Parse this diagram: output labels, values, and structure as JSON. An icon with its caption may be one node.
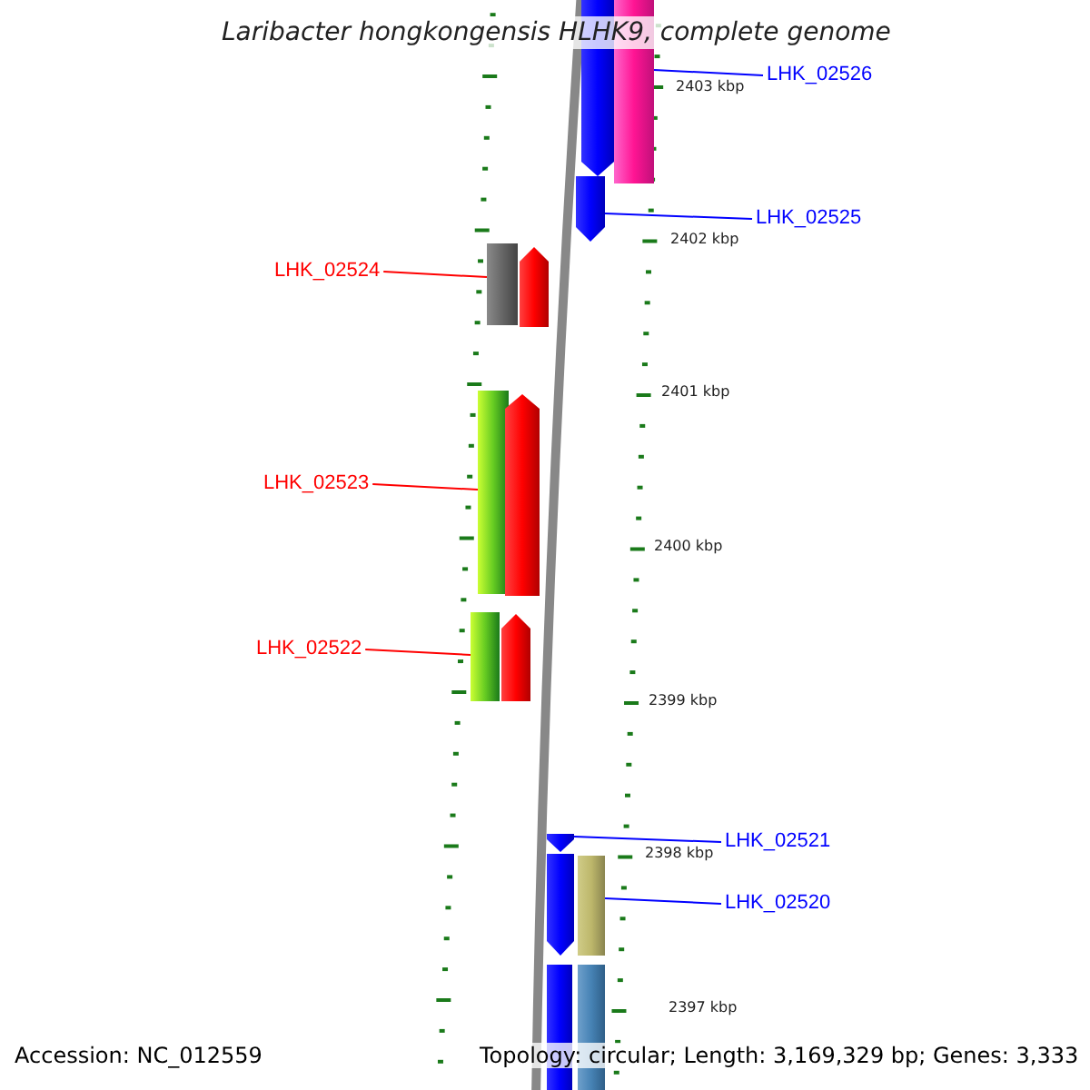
{
  "diagram": {
    "title": "Laribacter hongkongensis HLHK9, complete genome",
    "nodes": [
      {
        "text": [],
        "shape": "arrow"
      },
      {
        "text": [],
        "shape": "bar"
      },
      {
        "text": [
          "LHK_02526"
        ]
      },
      {
        "text": [],
        "shape": "arrow"
      },
      {
        "text": [
          "LHK_02525"
        ]
      },
      {
        "text": [
          "LHK_02524"
        ]
      },
      {
        "text": [],
        "shape": "bar"
      },
      {
        "text": [],
        "shape": "arrow"
      },
      {
        "text": [
          "LHK_02523"
        ]
      },
      {
        "text": [],
        "shape": "bar"
      },
      {
        "text": [],
        "shape": "arrow"
      },
      {
        "text": [
          "LHK_02522"
        ]
      },
      {
        "text": [],
        "shape": "bar"
      },
      {
        "text": [],
        "shape": "arrow"
      },
      {
        "text": [],
        "shape": "arrow"
      },
      {
        "text": [
          "LHK_02521"
        ]
      },
      {
        "text": [],
        "shape": "arrow"
      },
      {
        "text": [],
        "shape": "bar"
      },
      {
        "text": [
          "LHK_02520"
        ]
      },
      {
        "text": [],
        "shape": "bar"
      },
      {
        "text": [],
        "shape": "bar"
      }
    ],
    "edges": [
      {
        "from": 2,
        "to": 1,
        "arrow": "none"
      },
      {
        "from": 4,
        "to": 3,
        "arrow": "none"
      },
      {
        "from": 5,
        "to": 6,
        "arrow": "none",
        "color": "#ff0000"
      },
      {
        "from": 8,
        "to": 9,
        "arrow": "none",
        "color": "#ff0000"
      },
      {
        "from": 11,
        "to": 12,
        "arrow": "none",
        "color": "#ff0000"
      },
      {
        "from": 15,
        "to": 14,
        "arrow": "none"
      },
      {
        "from": 18,
        "to": 17,
        "arrow": "none"
      }
    ],
    "labels": [
      "2403 kbp",
      "2402 kbp",
      "2401 kbp",
      "2400 kbp",
      "2399 kbp",
      "2398 kbp",
      "2397 kbp",
      "Accession: NC_012559",
      "Topology: circular; Length: 3,169,329 bp; Genes: 3,333"
    ]
  }
}
